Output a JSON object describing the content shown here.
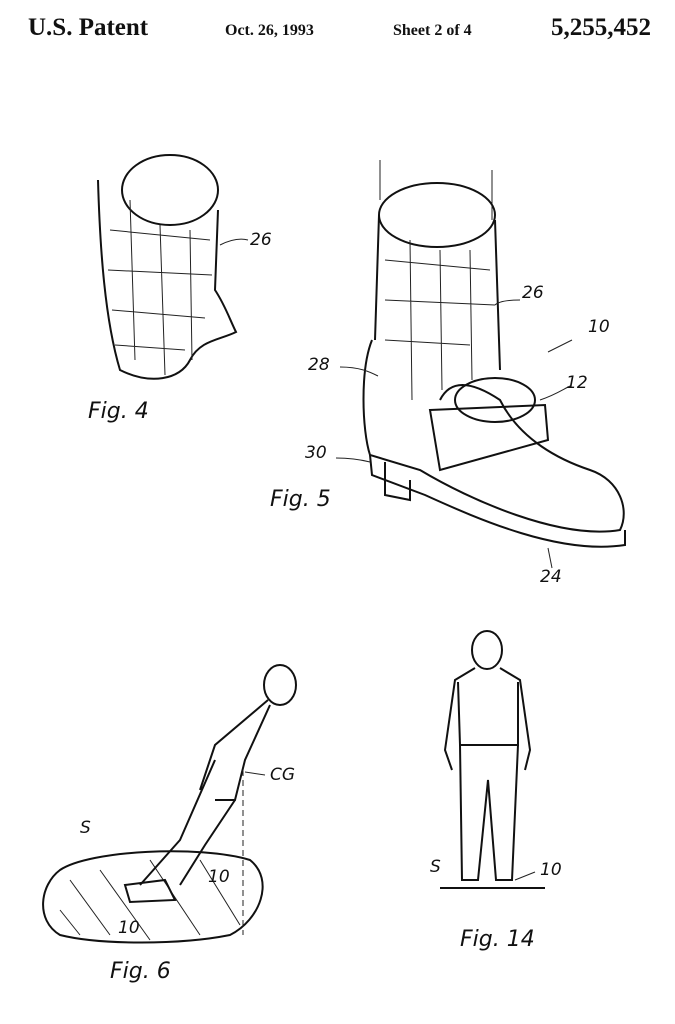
{
  "header": {
    "title": "U.S. Patent",
    "date": "Oct. 26, 1993",
    "sheet": "Sheet 2 of 4",
    "patent_number": "5,255,452"
  },
  "figures": {
    "fig4": {
      "caption": "Fig. 4",
      "labels": [
        "26"
      ]
    },
    "fig5": {
      "caption": "Fig. 5",
      "labels": [
        "26",
        "10",
        "28",
        "12",
        "30",
        "24"
      ]
    },
    "fig6": {
      "caption": "Fig. 6",
      "labels": [
        "S",
        "CG",
        "10",
        "10"
      ]
    },
    "fig14": {
      "caption": "Fig. 14",
      "labels": [
        "S",
        "10"
      ]
    }
  }
}
